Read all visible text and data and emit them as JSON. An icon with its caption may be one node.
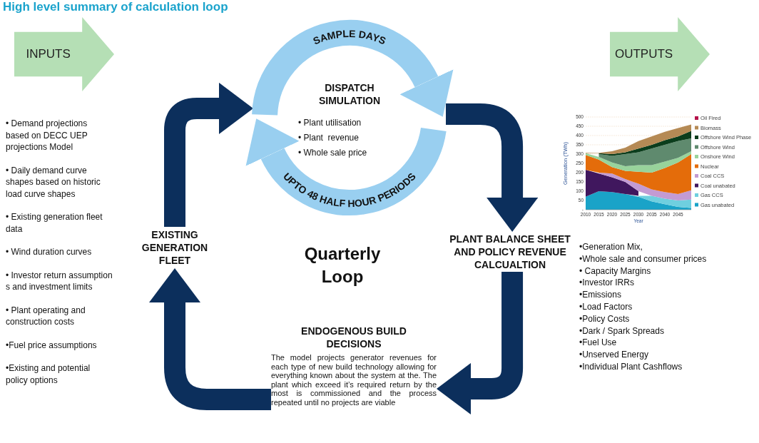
{
  "diagram": {
    "title": "High level summary of calculation loop",
    "nodes": [
      {
        "text": [
          "INPUTS"
        ],
        "beside": [
          "• Demand projections based on DECC UEP projections Model",
          "• Daily demand curve shapes based on historic load curve shapes",
          "• Existing generation fleet data",
          "• Wind duration curves",
          "• Investor return assumption s and investment limits",
          "• Plant operating and construction costs",
          "•Fuel price assumptions",
          "•Existing and potential policy options"
        ]
      },
      {
        "text": [
          "OUTPUTS"
        ],
        "beside": [
          "•Generation Mix,",
          "•Whole sale and consumer prices",
          "• Capacity Margins",
          "•Investor IRRs",
          "•Emissions",
          "•Load Factors",
          "•Policy Costs",
          "•Dark / Spark Spreads",
          "•Fuel Use",
          "•Unserved Energy",
          "•Individual Plant Cashflows"
        ]
      },
      {
        "text": [
          "DISPATCH SIMULATION",
          "• Plant utilisation",
          "• Plant  revenue",
          "• Whole sale price"
        ]
      },
      {
        "text": [
          "PLANT BALANCE SHEET AND POLICY REVENUE CALCUALTION"
        ]
      },
      {
        "text": [
          "ENDOGENOUS BUILD DECISIONS",
          "The model projects generator revenues for each type of new build technology allowing for everything known about the system at the. The plant which exceed it’s required return by the most is commissioned and the process repeated until no projects are viable"
        ]
      },
      {
        "text": [
          "EXISTING GENERATION FLEET"
        ]
      }
    ],
    "edges": [
      {
        "from": 5,
        "to": 2,
        "arrow": "to"
      },
      {
        "from": 2,
        "to": 3,
        "arrow": "to"
      },
      {
        "from": 3,
        "to": 4,
        "arrow": "to"
      },
      {
        "from": 4,
        "to": 5,
        "arrow": "to"
      }
    ],
    "labels": [
      "SAMPLE DAYS",
      "UPTO 48 HALF HOUR PERIODS",
      "Quarterly Loop"
    ],
    "chart_data": {
      "type": "area",
      "xlabel": "Year",
      "ylabel": "Generation (TWh)",
      "stacked": true,
      "x": [
        2010,
        2015,
        2020,
        2025,
        2030,
        2035,
        2040,
        2045,
        2050
      ],
      "series": [
        {
          "name": "Gas unabated",
          "color": "#1aa3c8",
          "values": [
            70,
            100,
            95,
            85,
            70,
            45,
            30,
            15,
            10
          ]
        },
        {
          "name": "Gas CCS",
          "color": "#6fcfdf",
          "values": [
            null,
            null,
            null,
            null,
            5,
            30,
            30,
            35,
            45
          ]
        },
        {
          "name": "Coal unabated",
          "color": "#40175e",
          "values": [
            145,
            95,
            80,
            65,
            25,
            null,
            null,
            null,
            null
          ]
        },
        {
          "name": "Coal CCS",
          "color": "#c39bd3",
          "values": [
            null,
            5,
            20,
            15,
            40,
            35,
            35,
            35,
            50
          ]
        },
        {
          "name": "Nuclear",
          "color": "#e46c0a",
          "values": [
            80,
            70,
            35,
            45,
            65,
            90,
            130,
            170,
            195
          ]
        },
        {
          "name": "Onshore Wind",
          "color": "#98d39b",
          "values": [
            10,
            15,
            25,
            25,
            35,
            40,
            35,
            25,
            15
          ]
        },
        {
          "name": "Offshore Wind",
          "color": "#5f8a6e",
          "values": [
            null,
            15,
            35,
            65,
            70,
            90,
            90,
            90,
            70
          ]
        },
        {
          "name": "Offshore Wind Phase",
          "color": "#0b3d1c",
          "values": [
            null,
            5,
            10,
            10,
            20,
            20,
            25,
            25,
            40
          ]
        },
        {
          "name": "Biomass",
          "color": "#b58a55",
          "values": [
            3,
            2,
            15,
            25,
            40,
            45,
            45,
            45,
            35
          ]
        },
        {
          "name": "Oil Fired",
          "color": "#b5124a",
          "values": [
            null,
            null,
            null,
            null,
            null,
            null,
            null,
            null,
            null
          ]
        }
      ],
      "ylim": [
        0,
        500
      ],
      "xlim": [
        2010,
        2050
      ],
      "grid": true,
      "legend": "right",
      "xticks": [
        2010,
        2015,
        2020,
        2025,
        2030,
        2035,
        2040,
        2045
      ],
      "yticks": [
        {
          "value": 0,
          "label": "-"
        },
        50,
        100,
        150,
        200,
        250,
        300,
        350,
        400,
        450,
        500
      ]
    }
  }
}
